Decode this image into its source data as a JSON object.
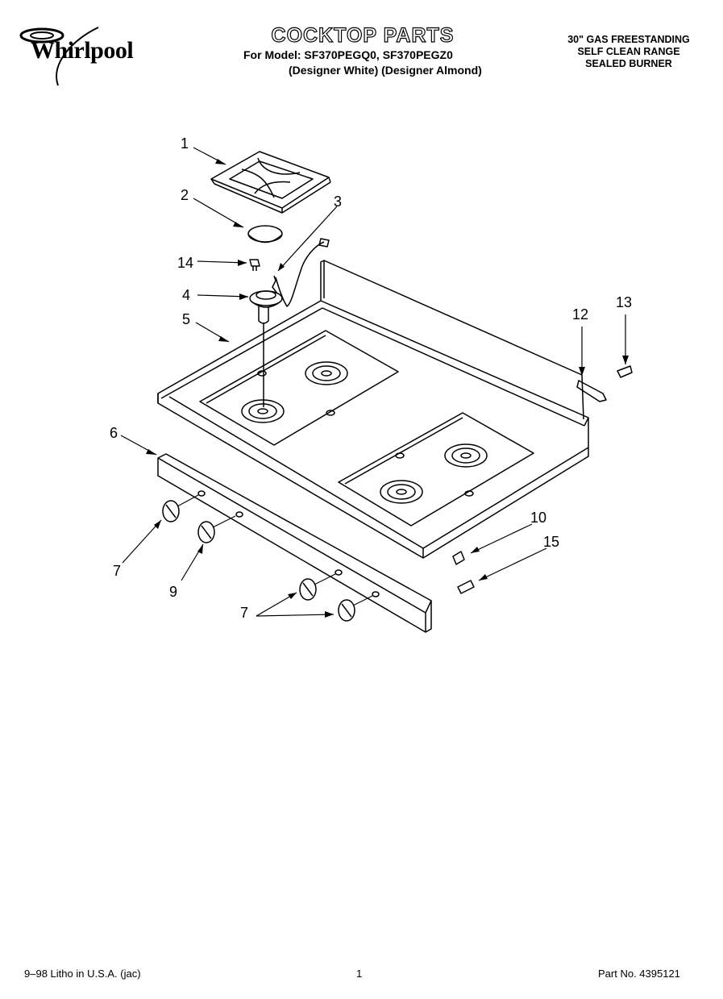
{
  "header": {
    "brand": "Whirlpool",
    "title": "COCKTOP PARTS",
    "model_line": "For Model: SF370PEGQ0, SF370PEGZ0",
    "color_line": "(Designer White) (Designer Almond)",
    "description": [
      "30\" GAS FREESTANDING",
      "SELF CLEAN RANGE",
      "SEALED BURNER"
    ]
  },
  "callouts": [
    "1",
    "2",
    "3",
    "14",
    "4",
    "5",
    "6",
    "7",
    "9",
    "7",
    "12",
    "13",
    "10",
    "15"
  ],
  "footer": {
    "left": "9–98 Litho in U.S.A. (jac)",
    "page": "1",
    "part_no": "Part No. 4395121"
  }
}
